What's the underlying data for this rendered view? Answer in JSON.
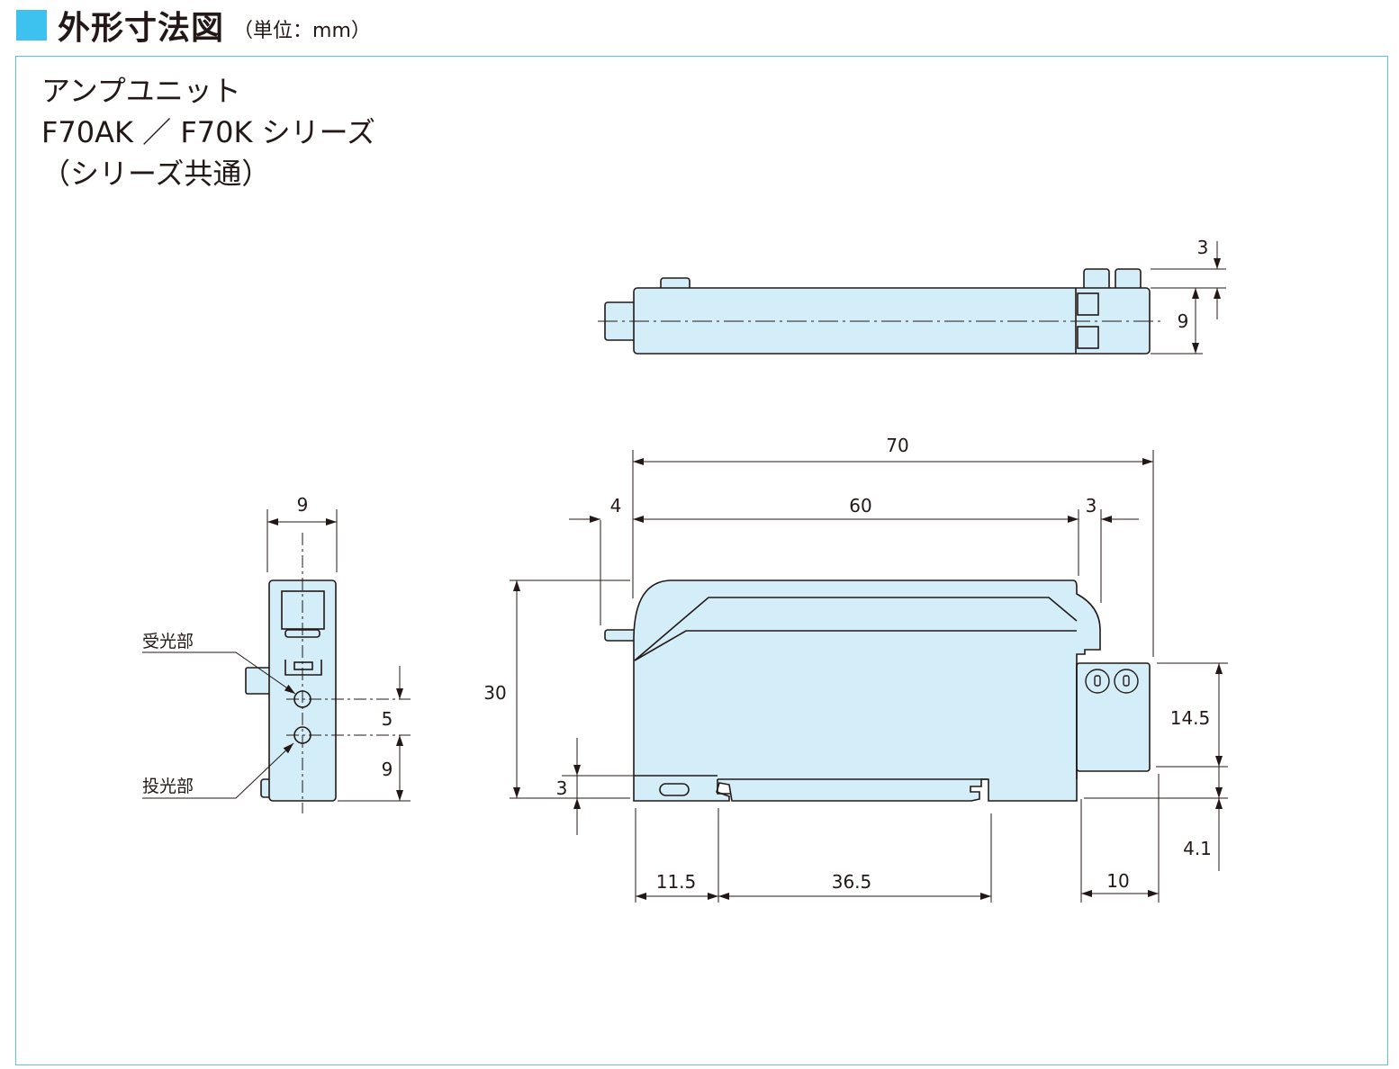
{
  "colors": {
    "accent": "#3dc1ef",
    "frame": "#5bc3e8",
    "body_fill": "#d4eef9",
    "line": "#231815"
  },
  "header": {
    "title": "外形寸法図",
    "unit": "（単位：mm）"
  },
  "subtitle": {
    "line1": "アンプユニット",
    "line2": "F70AK ／ F70K シリーズ",
    "line3": "（シリーズ共通）"
  },
  "side_view": {
    "labels": {
      "receiver": "受光部",
      "emitter": "投光部"
    },
    "dimensions": {
      "width": "9",
      "pitch": "5",
      "bottom": "9"
    }
  },
  "top_view": {
    "dimensions": {
      "tab": "3",
      "height": "9"
    }
  },
  "front_view": {
    "dimensions": {
      "overall_length": "70",
      "body_length": "60",
      "left_offset": "4",
      "right_offset": "3",
      "height": "30",
      "bottom_gap": "3",
      "rail_left": "11.5",
      "rail_span": "36.5",
      "connector_height": "14.5",
      "connector_offset": "4.1",
      "connector_depth": "10"
    }
  }
}
